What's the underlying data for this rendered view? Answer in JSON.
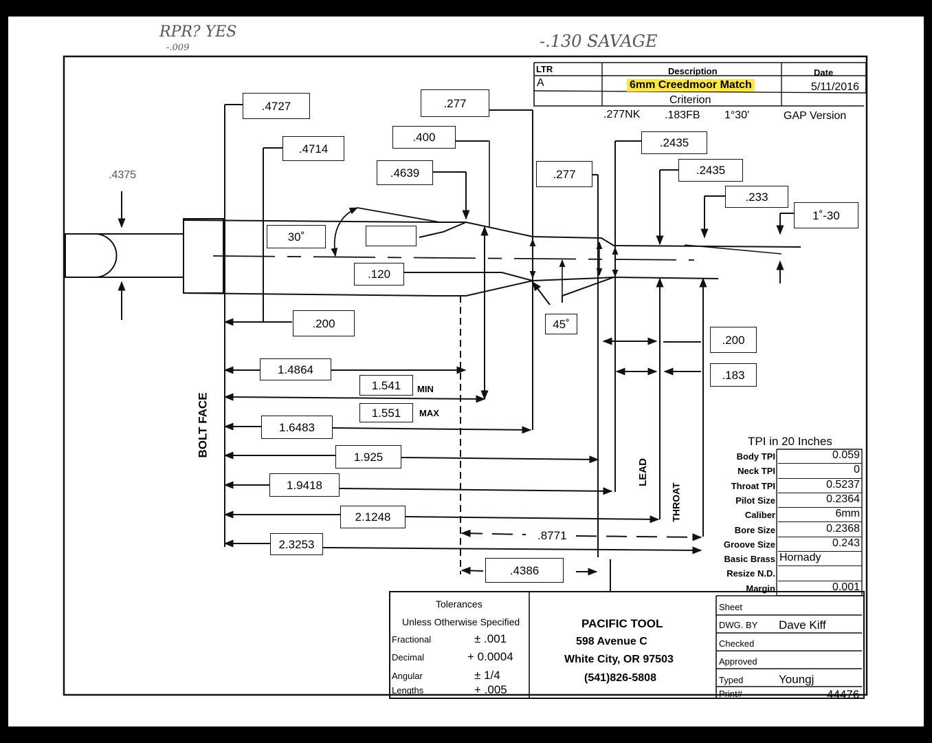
{
  "handwriting": {
    "left_note": "RPR? YES",
    "left_sub": "-.009",
    "center_note": "-.130  SAVAGE"
  },
  "rev_table": {
    "ltr_header": "LTR",
    "description_header": "Description",
    "date_header": "Date",
    "ltr": "A",
    "description": "6mm Creedmoor Match",
    "date": "5/11/2016",
    "criterion": "Criterion"
  },
  "header_specs": {
    "neck": ".277NK",
    "freebore": ".183FB",
    "angle": "1°30'",
    "version": "GAP Version"
  },
  "dimensions": {
    "d4727": ".4727",
    "d4714": ".4714",
    "d4375": ".4375",
    "d400": ".400",
    "d4639": ".4639",
    "d277_top": ".277",
    "d277_mid": ".277",
    "d2435_a": ".2435",
    "d2435_b": ".2435",
    "d233": ".233",
    "d1_30": "1˚-30",
    "shoulder_angle": "30˚",
    "d120": ".120",
    "throat_angle": "45˚",
    "d200_left": ".200",
    "d200_right": ".200",
    "d183": ".183",
    "d14864": "1.4864",
    "d1541": "1.541",
    "min_label": "MIN",
    "d1551": "1.551",
    "max_label": "MAX",
    "d16483": "1.6483",
    "d1925": "1.925",
    "d19418": "1.9418",
    "d21248": "2.1248",
    "d23253": "2.3253",
    "d8771": ".8771",
    "d4386": ".4386",
    "bolt_face": "BOLT FACE",
    "lead": "LEAD",
    "throat": "THROAT"
  },
  "tpi": {
    "title": "TPI in 20 Inches",
    "rows": [
      {
        "label": "Body TPI",
        "value": "0.059"
      },
      {
        "label": "Neck TPI",
        "value": "0"
      },
      {
        "label": "Throat TPI",
        "value": "0.5237"
      },
      {
        "label": "Pilot Size",
        "value": "0.2364"
      },
      {
        "label": "Caliber",
        "value": "6mm"
      },
      {
        "label": "Bore Size",
        "value": "0.2368"
      },
      {
        "label": "Groove Size",
        "value": "0.243"
      },
      {
        "label": "Basic Brass",
        "value": "Hornady"
      },
      {
        "label": "Resize N.D.",
        "value": ""
      },
      {
        "label": "Margin",
        "value": "0.001"
      }
    ]
  },
  "tolerances": {
    "title": "Tolerances",
    "subtitle": "Unless Otherwise Specified",
    "rows": [
      {
        "label": "Fractional",
        "value": "± .001"
      },
      {
        "label": "Decimal",
        "value": "+ 0.0004"
      },
      {
        "label": "Angular",
        "value": "± 1/4"
      },
      {
        "label": "Lengths",
        "value": "+ .005"
      }
    ]
  },
  "company": {
    "name": "PACIFIC TOOL",
    "address": "598 Avenue C",
    "city": "White City, OR 97503",
    "phone": "(541)826-5808"
  },
  "signoff": {
    "sheet_label": "Sheet",
    "drawn_label": "DWG. BY",
    "drawn_value": "Dave Kiff",
    "checked_label": "Checked",
    "approved_label": "Approved",
    "typed_label": "Typed",
    "typed_value": "Youngj",
    "print_label": "Print#",
    "print_value": "44476"
  }
}
